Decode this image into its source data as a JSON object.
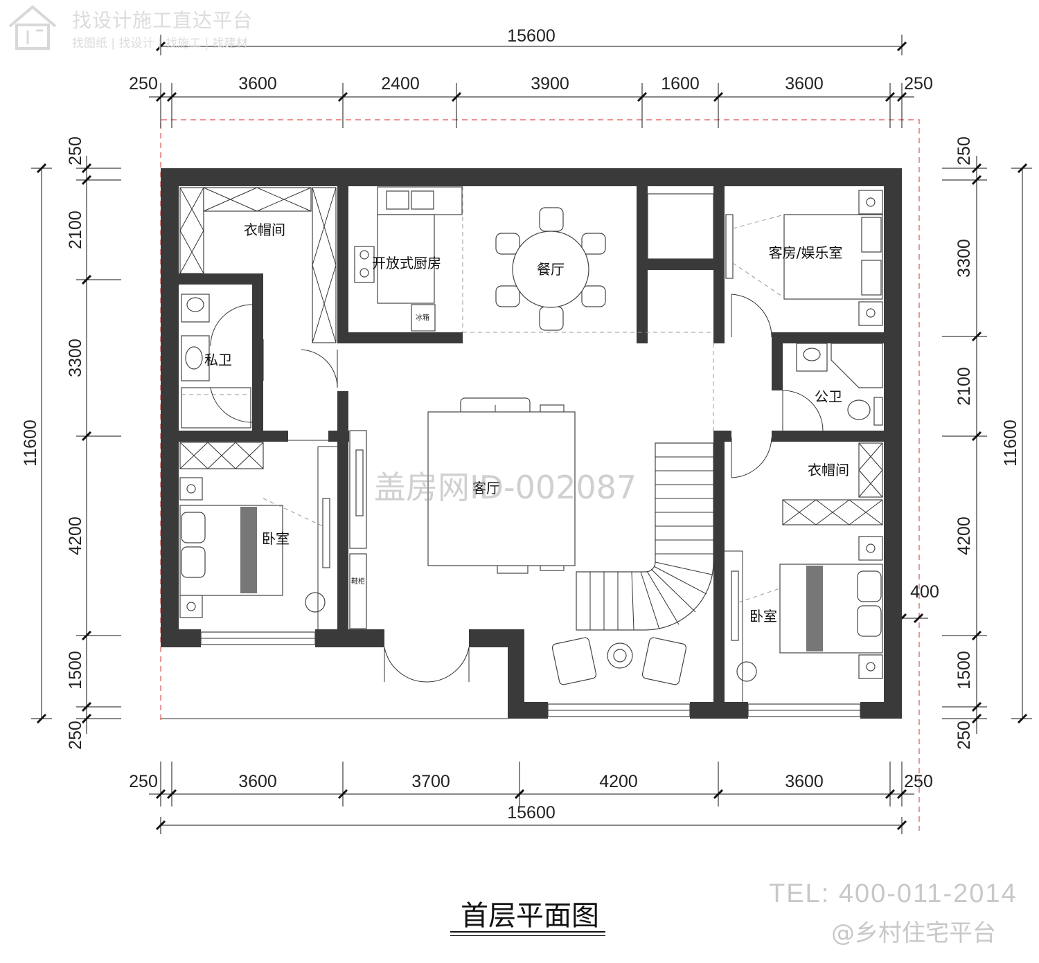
{
  "title": "首层平面图",
  "watermark": {
    "brand": "找设计施工直达平台",
    "services": "找图纸 | 找设计 | 找施工 | 找建材",
    "id_mark": "盖房网ID-002087",
    "tel": "TEL: 400-011-2014",
    "handle": "@乡村住宅平台"
  },
  "dimensions": {
    "top_total": "15600",
    "top_segments": [
      "250",
      "3600",
      "2400",
      "3900",
      "1600",
      "3600",
      "250"
    ],
    "bottom_total": "15600",
    "bottom_segments": [
      "250",
      "3600",
      "3700",
      "4200",
      "3600",
      "250"
    ],
    "left_total": "11600",
    "left_segments": [
      "250",
      "2100",
      "3300",
      "4200",
      "1500",
      "250"
    ],
    "right_total": "11600",
    "right_segments": [
      "250",
      "3300",
      "2100",
      "4200",
      "1500",
      "250"
    ],
    "right_extra": "400"
  },
  "rooms": {
    "cloakroom_top": "衣帽间",
    "kitchen": "开放式厨房",
    "fridge": "冰箱",
    "dining": "餐厅",
    "guest_room": "客房/娱乐室",
    "private_bath": "私卫",
    "public_bath": "公卫",
    "living": "客厅",
    "bedroom_left": "卧室",
    "shoe_cabinet": "鞋柜",
    "cloakroom_right": "衣帽间",
    "bedroom_right": "卧室"
  },
  "colors": {
    "wall": "#3a3a3a",
    "dashed_boundary": "#e05050",
    "watermark": "#c8c8c8"
  }
}
